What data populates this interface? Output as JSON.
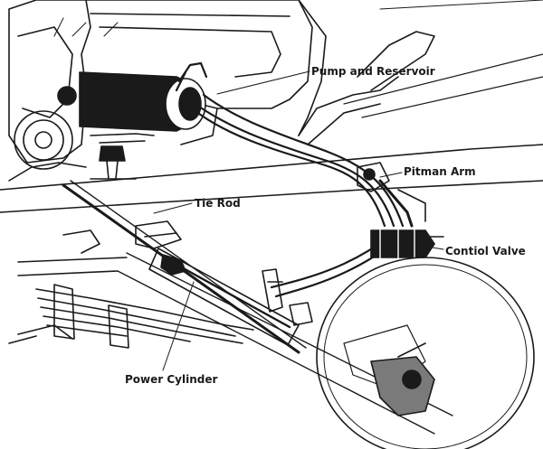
{
  "diagram": {
    "labels": {
      "pump_and_reservoir": "Pump and Reservoir",
      "pitman_arm": "Pitman Arm",
      "tie_rod": "Tie Rod",
      "control_valve": "Contiol Valve",
      "power_cylinder": "Power Cylinder"
    },
    "colors": {
      "ink": "#1a1a1a",
      "paper": "#ffffff",
      "shade": "#7a7a7a"
    }
  }
}
